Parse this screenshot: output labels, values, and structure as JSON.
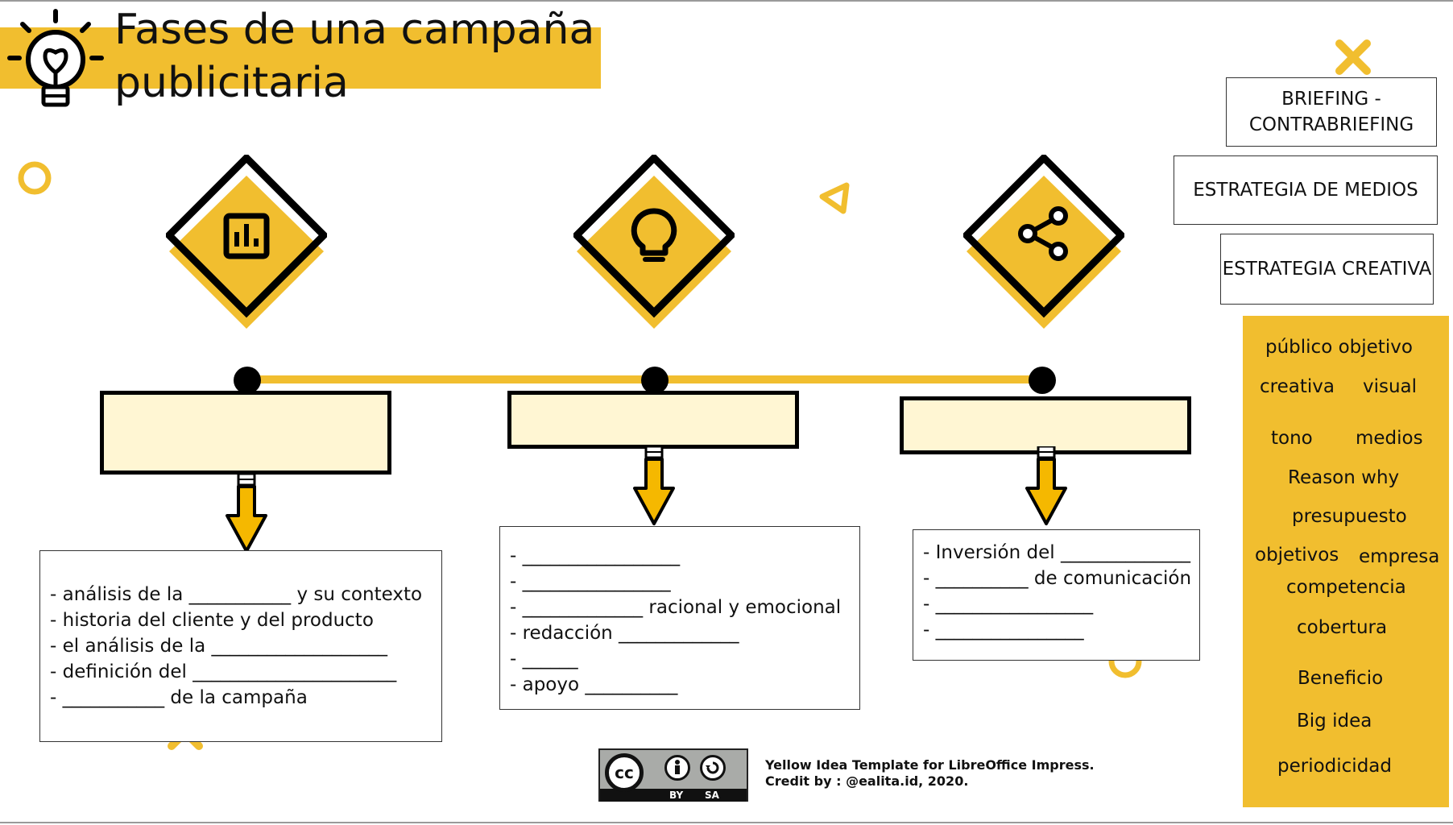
{
  "header": {
    "title_line1": "Fases de una campaña",
    "title_line2": "publicitaria",
    "icon": "lightbulb-icon"
  },
  "phases": [
    {
      "icon": "bar-chart-icon",
      "heading": ""
    },
    {
      "icon": "lightbulb-icon",
      "heading": ""
    },
    {
      "icon": "share-icon",
      "heading": ""
    }
  ],
  "lists": {
    "phase1": [
      "- análisis de la ___________  y su contexto",
      "- historia del cliente y del producto",
      "- el análisis de la ___________________",
      "- definición del ______________________",
      "- ___________ de la campaña"
    ],
    "phase2": [
      "- _________________",
      "- ________________",
      "- _____________ racional y emocional",
      "- redacción _____________",
      "- ______",
      "- apoyo __________"
    ],
    "phase3": [
      "- Inversión del ______________",
      "- __________ de comunicación",
      "- _________________",
      "- ________________"
    ]
  },
  "labels": {
    "briefing": "BRIEFING - CONTRABRIEFING",
    "medios": "ESTRATEGIA DE MEDIOS",
    "creativa": "ESTRATEGIA CREATIVA"
  },
  "word_bank": [
    "público objetivo",
    "creativa",
    "visual",
    "tono",
    "medios",
    "Reason why",
    "presupuesto",
    "objetivos",
    "empresa",
    "competencia",
    "cobertura",
    "Beneficio",
    "Big idea",
    "periodicidad"
  ],
  "footer": {
    "license_cc": "cc",
    "license_by": "BY",
    "license_sa": "SA",
    "credit_line1": "Yellow Idea Template for LibreOffice Impress.",
    "credit_line2": "Credit by : @ealita.id, 2020."
  },
  "colors": {
    "accent": "#f1be2f",
    "box_fill": "#fff6d3",
    "arrow": "#f5b800",
    "ink": "#000000"
  }
}
